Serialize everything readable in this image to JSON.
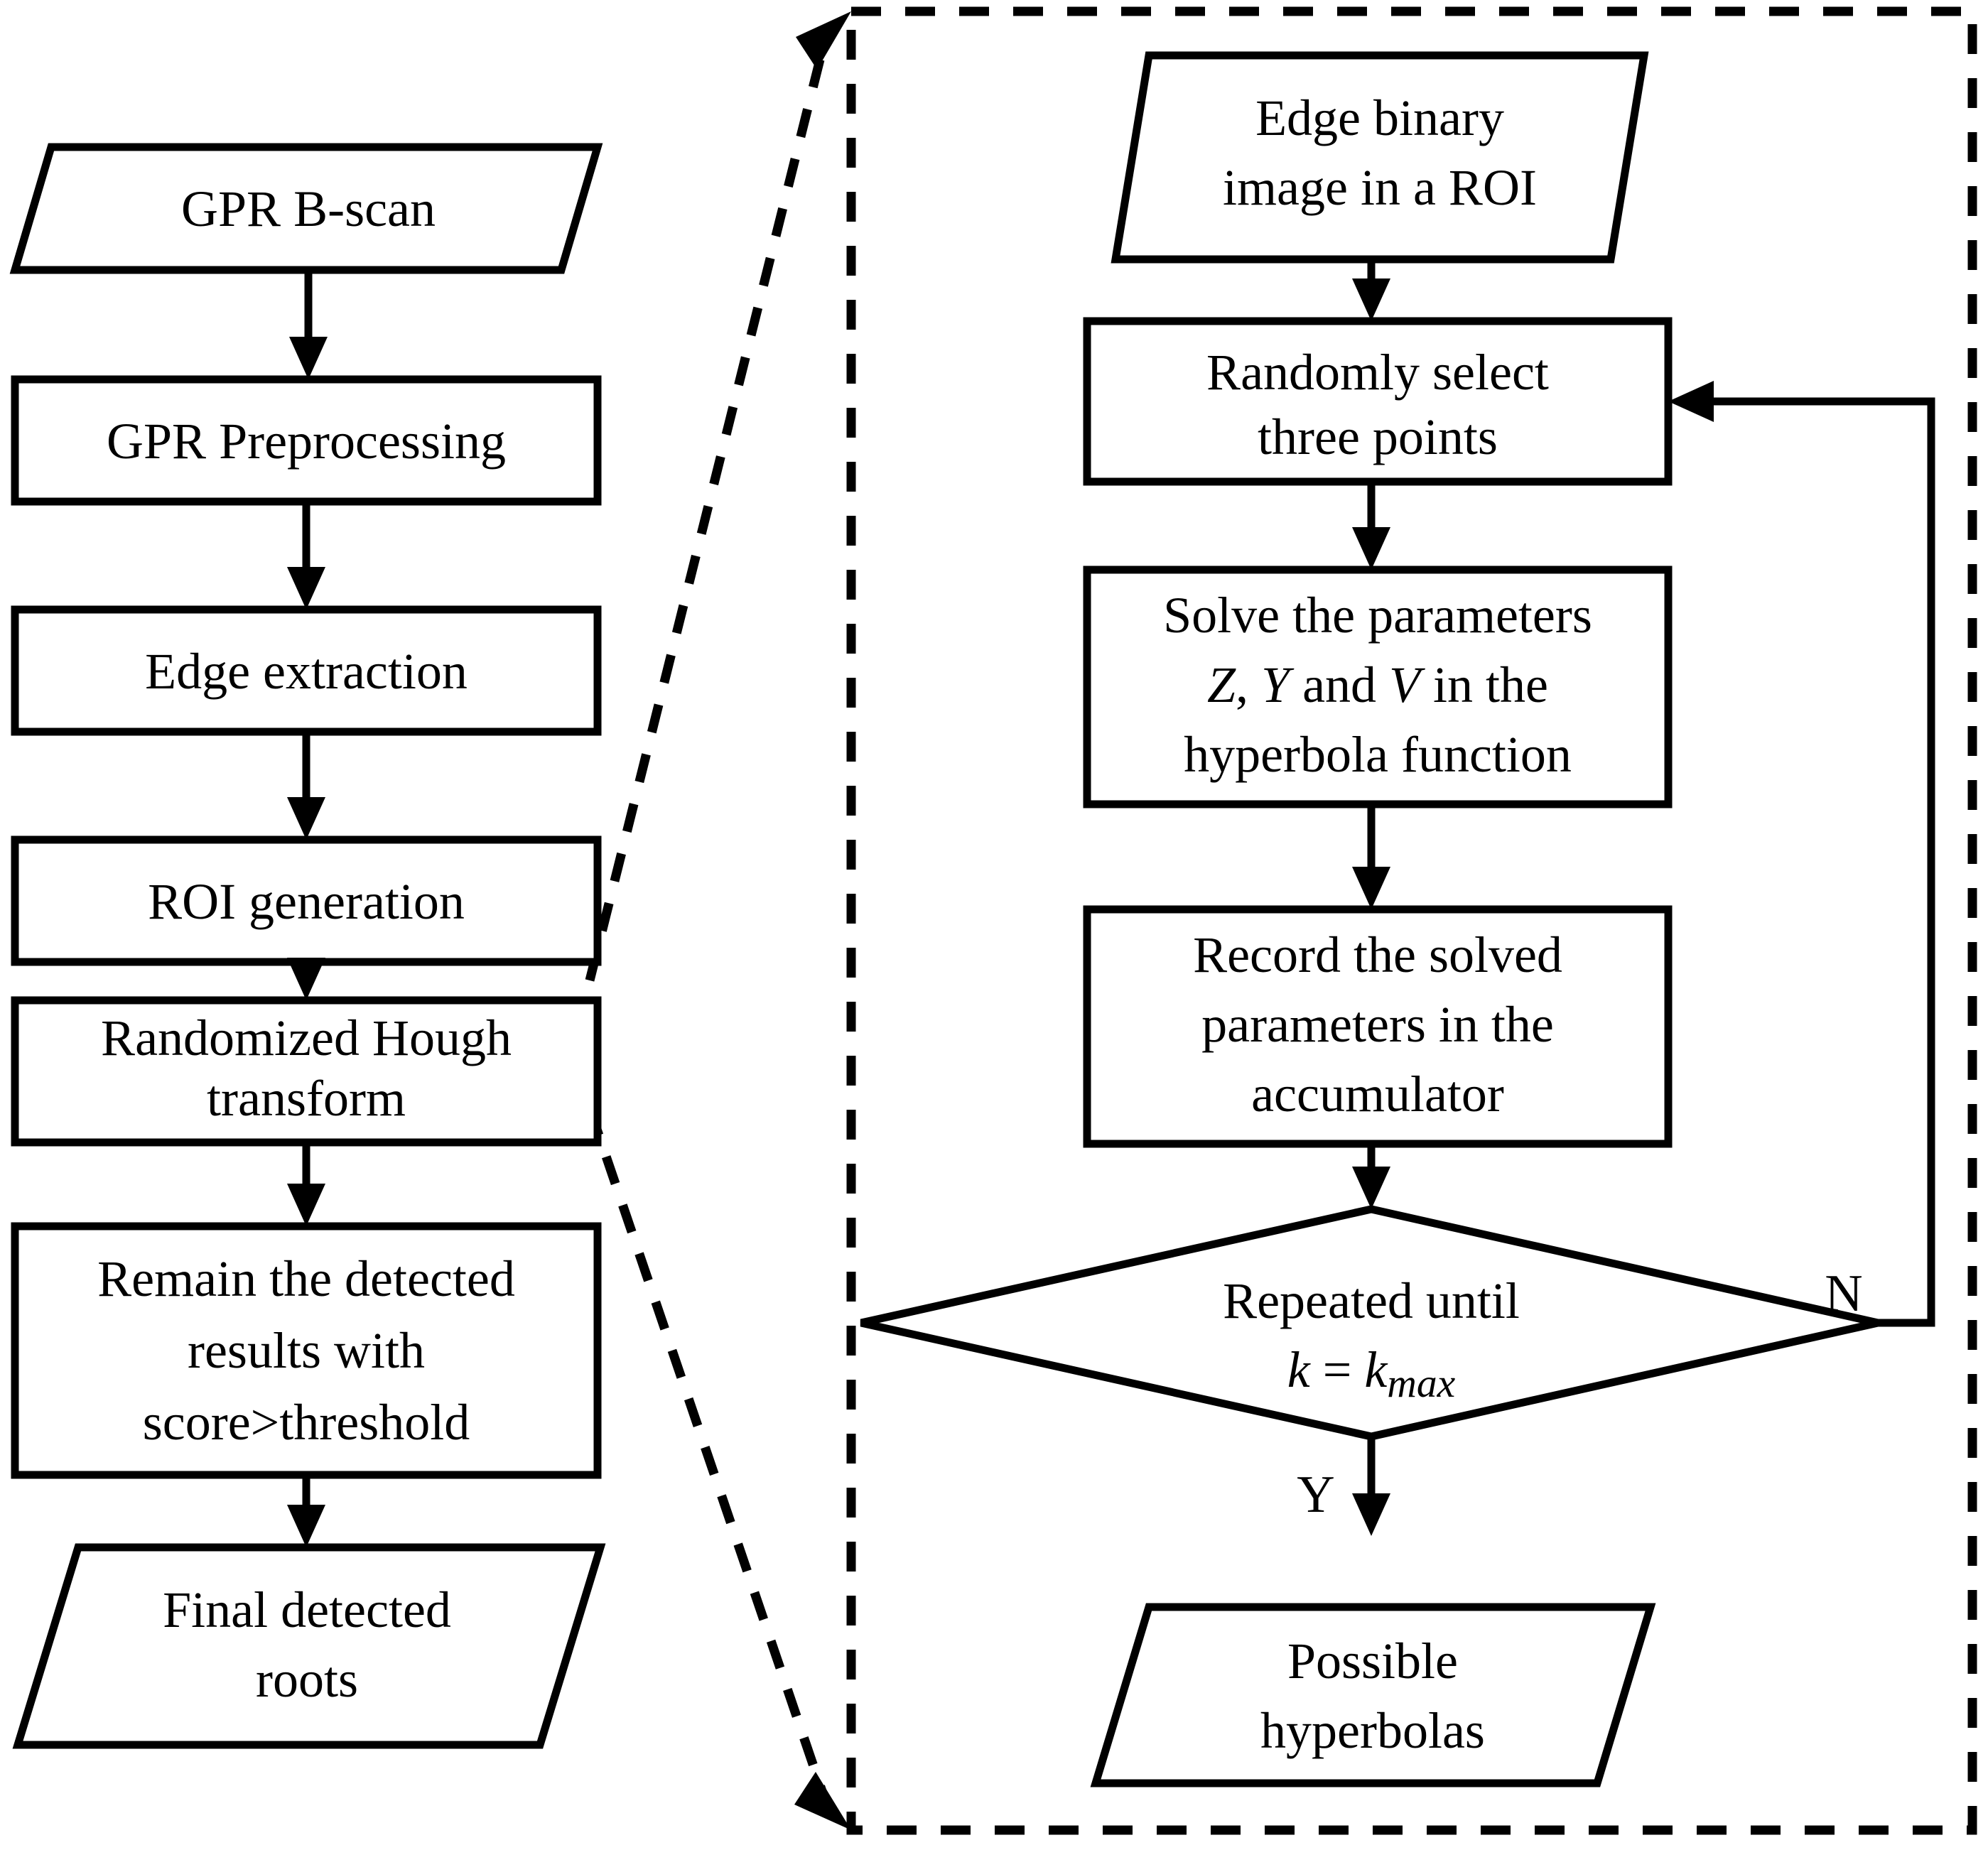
{
  "diagram": {
    "title": "GPR root detection flowchart with randomized Hough transform detail",
    "stroke_color": "#000000",
    "fill_color": "#ffffff",
    "background": "#ffffff"
  },
  "left_pipeline": {
    "nodes": [
      {
        "id": "gpr-b-scan",
        "shape": "parallelogram",
        "lines": [
          "GPR B-scan"
        ]
      },
      {
        "id": "gpr-preprocessing",
        "shape": "rectangle",
        "lines": [
          "GPR Preprocessing"
        ]
      },
      {
        "id": "edge-extraction",
        "shape": "rectangle",
        "lines": [
          "Edge extraction"
        ]
      },
      {
        "id": "roi-generation",
        "shape": "rectangle",
        "lines": [
          "ROI generation"
        ]
      },
      {
        "id": "randomized-hough-transform",
        "shape": "rectangle",
        "lines": [
          "Randomized Hough",
          "transform"
        ]
      },
      {
        "id": "remain-detected-results",
        "shape": "rectangle",
        "lines": [
          "Remain the detected",
          "results with",
          "score>threshold"
        ]
      },
      {
        "id": "final-detected-roots",
        "shape": "parallelogram",
        "lines": [
          "Final detected",
          "roots"
        ]
      }
    ]
  },
  "detail_panel": {
    "border_style": "dashed",
    "nodes": [
      {
        "id": "edge-binary-image",
        "shape": "parallelogram",
        "lines": [
          "Edge binary",
          "image in a ROI"
        ]
      },
      {
        "id": "randomly-select-three-points",
        "shape": "rectangle",
        "lines": [
          "Randomly select",
          "three points"
        ]
      },
      {
        "id": "solve-the-parameters",
        "shape": "rectangle",
        "line1": "Solve the parameters",
        "line2_parts": [
          {
            "text": "Z",
            "italic": true
          },
          {
            "text": ", ",
            "italic": false
          },
          {
            "text": "Y",
            "italic": true
          },
          {
            "text": " and ",
            "italic": false
          },
          {
            "text": "V",
            "italic": true
          },
          {
            "text": " in the",
            "italic": false
          }
        ],
        "line3": "hyperbola function"
      },
      {
        "id": "record-solved-parameters",
        "shape": "rectangle",
        "lines": [
          "Record the solved",
          "parameters in the",
          "accumulator"
        ]
      },
      {
        "id": "repeated-until-decision",
        "shape": "diamond",
        "line1": "Repeated until",
        "line2_parts": [
          {
            "text": "k",
            "italic": true
          },
          {
            "text": " = ",
            "italic": false
          },
          {
            "text": "k",
            "italic": true
          },
          {
            "text": "max",
            "italic": true,
            "subscript": true
          }
        ]
      },
      {
        "id": "possible-hyperbolas",
        "shape": "parallelogram",
        "lines": [
          "Possible",
          "hyperbolas"
        ]
      }
    ],
    "edge_labels": {
      "no_branch": "N",
      "yes_branch": "Y"
    }
  }
}
